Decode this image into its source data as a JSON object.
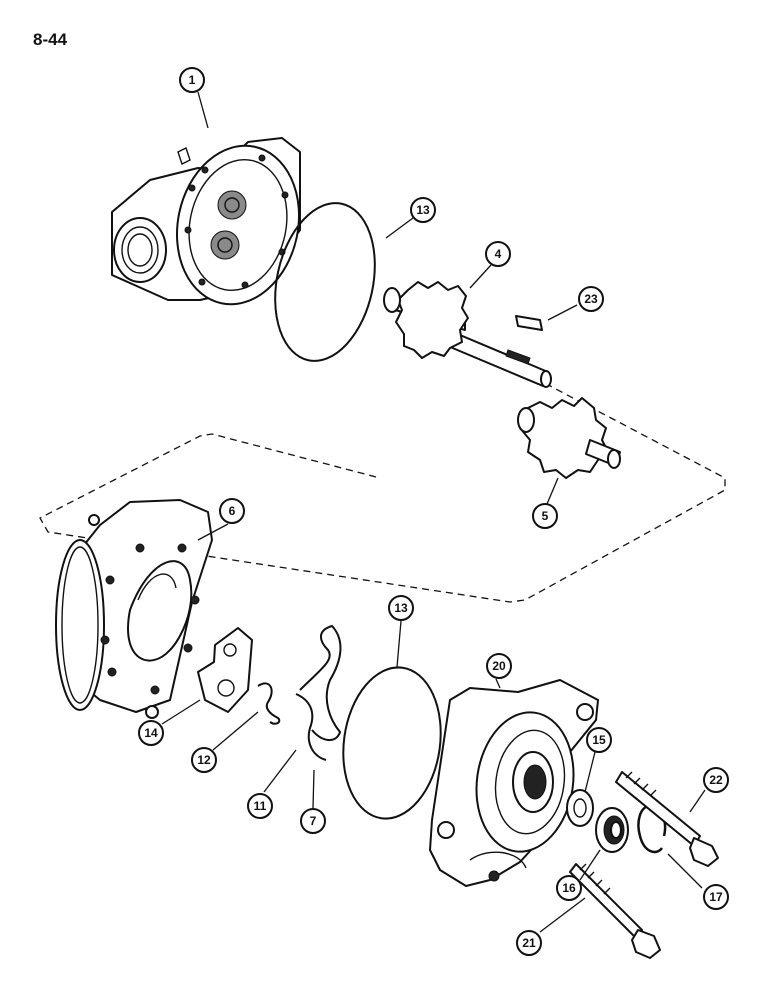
{
  "page": {
    "number": "8-44"
  },
  "callouts": [
    {
      "id": "c1",
      "label": "1"
    },
    {
      "id": "c13a",
      "label": "13"
    },
    {
      "id": "c4",
      "label": "4"
    },
    {
      "id": "c23",
      "label": "23"
    },
    {
      "id": "c5",
      "label": "5"
    },
    {
      "id": "c6",
      "label": "6"
    },
    {
      "id": "c13b",
      "label": "13"
    },
    {
      "id": "c20",
      "label": "20"
    },
    {
      "id": "c14",
      "label": "14"
    },
    {
      "id": "c12",
      "label": "12"
    },
    {
      "id": "c11",
      "label": "11"
    },
    {
      "id": "c7",
      "label": "7"
    },
    {
      "id": "c15",
      "label": "15"
    },
    {
      "id": "c22",
      "label": "22"
    },
    {
      "id": "c16",
      "label": "16"
    },
    {
      "id": "c17",
      "label": "17"
    },
    {
      "id": "c21",
      "label": "21"
    }
  ]
}
